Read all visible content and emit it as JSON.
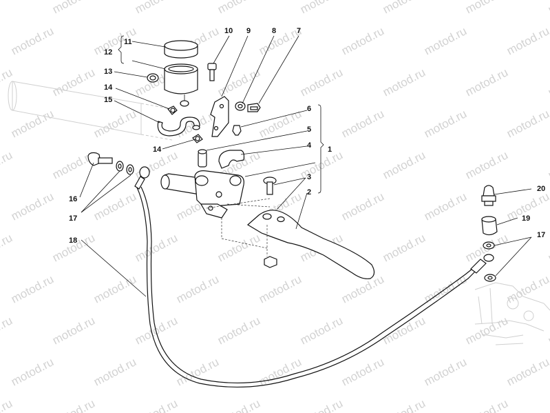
{
  "watermark": "motod.ru",
  "callouts": {
    "n1": "1",
    "n2": "2",
    "n3": "3",
    "n4": "4",
    "n5": "5",
    "n6": "6",
    "n7": "7",
    "n8": "8",
    "n9": "9",
    "n10": "10",
    "n11": "11",
    "n12": "12",
    "n13": "13",
    "n14a": "14",
    "n14b": "14",
    "n15": "15",
    "n16": "16",
    "n17a": "17",
    "n17b": "17",
    "n18": "18",
    "n19": "19",
    "n20": "20"
  }
}
